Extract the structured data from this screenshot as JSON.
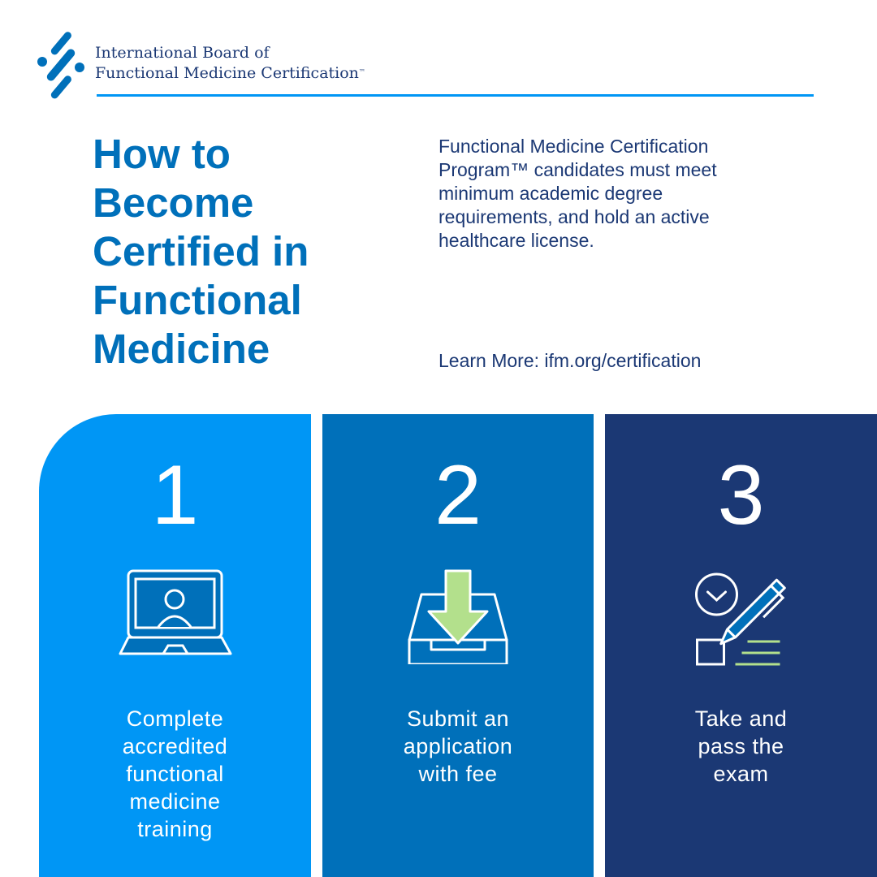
{
  "header": {
    "org_name_line1": "International Board of",
    "org_name_line2": "Functional Medicine Certification",
    "trademark": "™",
    "logo_icon": "ibfmc-logo-icon",
    "rule_color": "#0096F5"
  },
  "intro": {
    "title": "How to Become Certified in Functional Medicine",
    "title_color": "#0070BA",
    "description": "Functional Medicine Certification Program™ candidates must meet minimum academic degree requirements, and hold an active healthcare license.",
    "learn_more": "Learn More: ifm.org/certification",
    "text_color": "#1B3874"
  },
  "steps": [
    {
      "number": "1",
      "label": "Complete accredited functional medicine training",
      "icon": "laptop-video-user-icon",
      "color": "#0096F5"
    },
    {
      "number": "2",
      "label": "Submit an application with fee",
      "icon": "inbox-download-icon",
      "color": "#0070BA"
    },
    {
      "number": "3",
      "label": "Take and pass the exam",
      "icon": "exam-pen-clock-icon",
      "color": "#1B3874"
    }
  ],
  "accent_green": "#B3E08C"
}
